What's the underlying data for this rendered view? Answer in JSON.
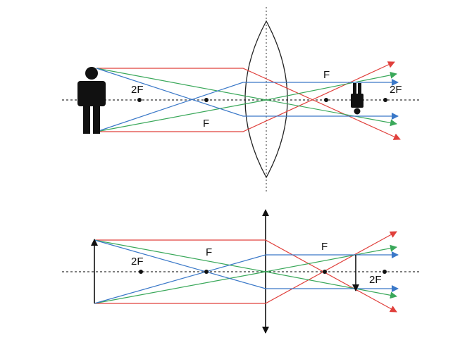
{
  "colors": {
    "ray_red": "#e0403c",
    "ray_green": "#3aa85a",
    "ray_blue": "#3a78c8",
    "ink": "#111111",
    "lens_outline": "#222222"
  },
  "top_panel": {
    "label_2f_left": "2F",
    "label_f_top": "F",
    "label_f_bottom": "F",
    "label_2f_right": "2F"
  },
  "bottom_panel": {
    "label_2f_left": "2F",
    "label_f_left": "F",
    "label_f_right": "F",
    "label_2f_right": "2F"
  }
}
